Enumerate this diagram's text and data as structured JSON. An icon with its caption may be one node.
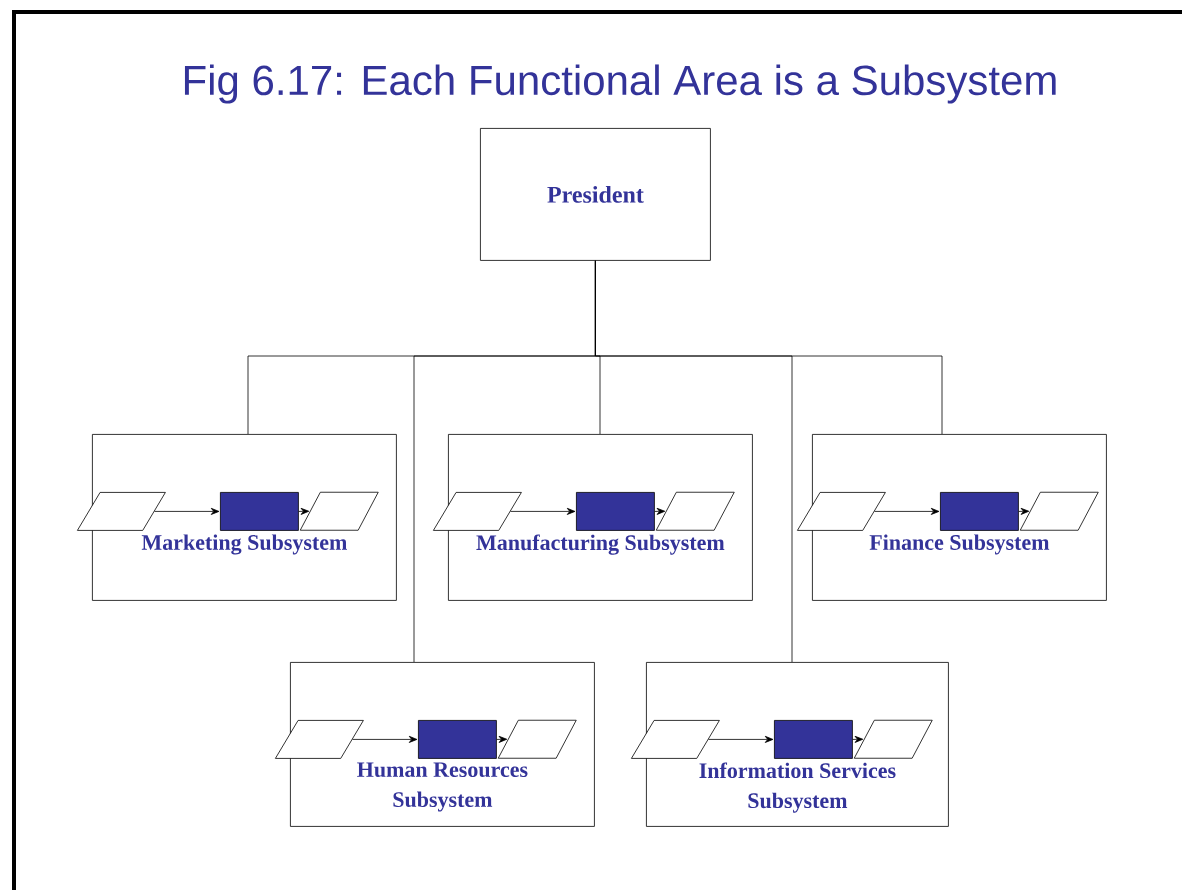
{
  "diagram": {
    "title": "Fig 6.17: Each Functional Area is a Subsystem",
    "nodes": [
      {
        "text": [
          "President"
        ]
      },
      {
        "text": [
          "Marketing Subsystem"
        ]
      },
      {
        "text": [],
        "shape": "parallelogram",
        "in": 1
      },
      {
        "text": [],
        "shape": "box",
        "in": 1
      },
      {
        "text": [],
        "shape": "parallelogram",
        "in": 1
      },
      {
        "text": [
          "Manufacturing Subsystem"
        ]
      },
      {
        "text": [],
        "shape": "parallelogram",
        "in": 5
      },
      {
        "text": [],
        "shape": "box",
        "in": 5
      },
      {
        "text": [],
        "shape": "parallelogram",
        "in": 5
      },
      {
        "text": [
          "Finance Subsystem"
        ]
      },
      {
        "text": [],
        "shape": "parallelogram",
        "in": 9
      },
      {
        "text": [],
        "shape": "box",
        "in": 9
      },
      {
        "text": [],
        "shape": "parallelogram",
        "in": 9
      },
      {
        "text": [
          "Human Resources Subsystem"
        ]
      },
      {
        "text": [],
        "shape": "parallelogram",
        "in": 13
      },
      {
        "text": [],
        "shape": "box",
        "in": 13
      },
      {
        "text": [],
        "shape": "parallelogram",
        "in": 13
      },
      {
        "text": [
          "Information Services Subsystem"
        ]
      },
      {
        "text": [],
        "shape": "parallelogram",
        "in": 17
      },
      {
        "text": [],
        "shape": "box",
        "in": 17
      },
      {
        "text": [],
        "shape": "parallelogram",
        "in": 17
      }
    ],
    "edges": [
      {
        "from": 0,
        "to": 1,
        "arrow": "none"
      },
      {
        "from": 0,
        "to": 13,
        "arrow": "none"
      },
      {
        "from": 0,
        "to": 5,
        "arrow": "none"
      },
      {
        "from": 0,
        "to": 17,
        "arrow": "none"
      },
      {
        "from": 0,
        "to": 9,
        "arrow": "none"
      },
      {
        "from": 2,
        "to": 3,
        "arrow": "to"
      },
      {
        "from": 3,
        "to": 4,
        "arrow": "to"
      },
      {
        "from": 6,
        "to": 7,
        "arrow": "to"
      },
      {
        "from": 7,
        "to": 8,
        "arrow": "to"
      },
      {
        "from": 10,
        "to": 11,
        "arrow": "to"
      },
      {
        "from": 11,
        "to": 12,
        "arrow": "to"
      },
      {
        "from": 14,
        "to": 15,
        "arrow": "to"
      },
      {
        "from": 15,
        "to": 16,
        "arrow": "to"
      },
      {
        "from": 18,
        "to": 19,
        "arrow": "to"
      },
      {
        "from": 19,
        "to": 20,
        "arrow": "to"
      }
    ]
  }
}
